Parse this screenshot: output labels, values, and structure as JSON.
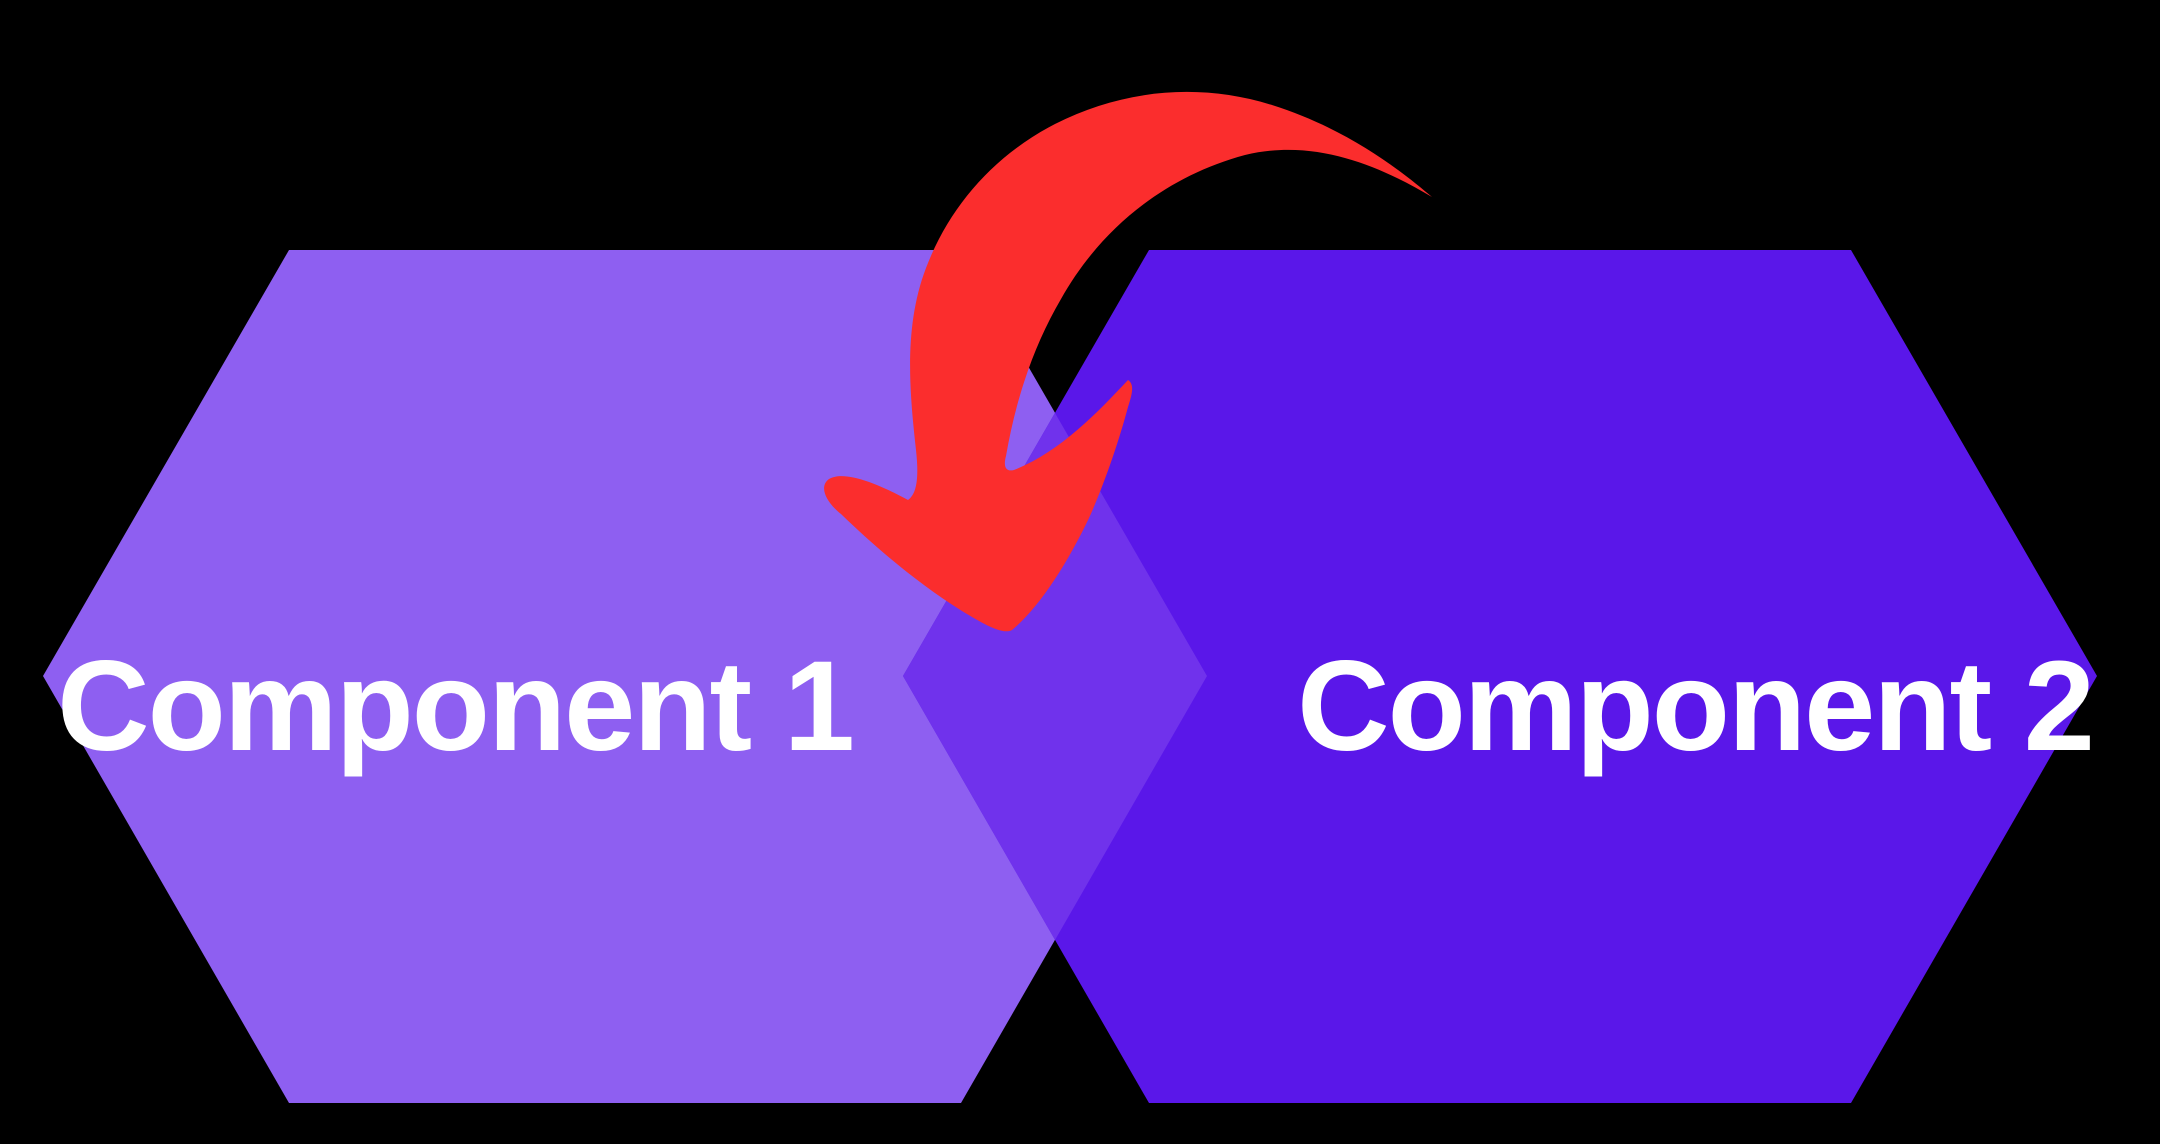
{
  "diagram": {
    "component1": {
      "label": "Component 1"
    },
    "component2": {
      "label": "Component 2"
    },
    "arrow": {
      "name": "curved-arrow"
    }
  },
  "colors": {
    "background": "#000000",
    "component1_fill": "#8E5FF1",
    "component2_fill": "#5A17E9",
    "overlap_fill": "#7032EC",
    "arrow_fill": "#FB2D2D",
    "label_text": "#FFFFFF"
  }
}
